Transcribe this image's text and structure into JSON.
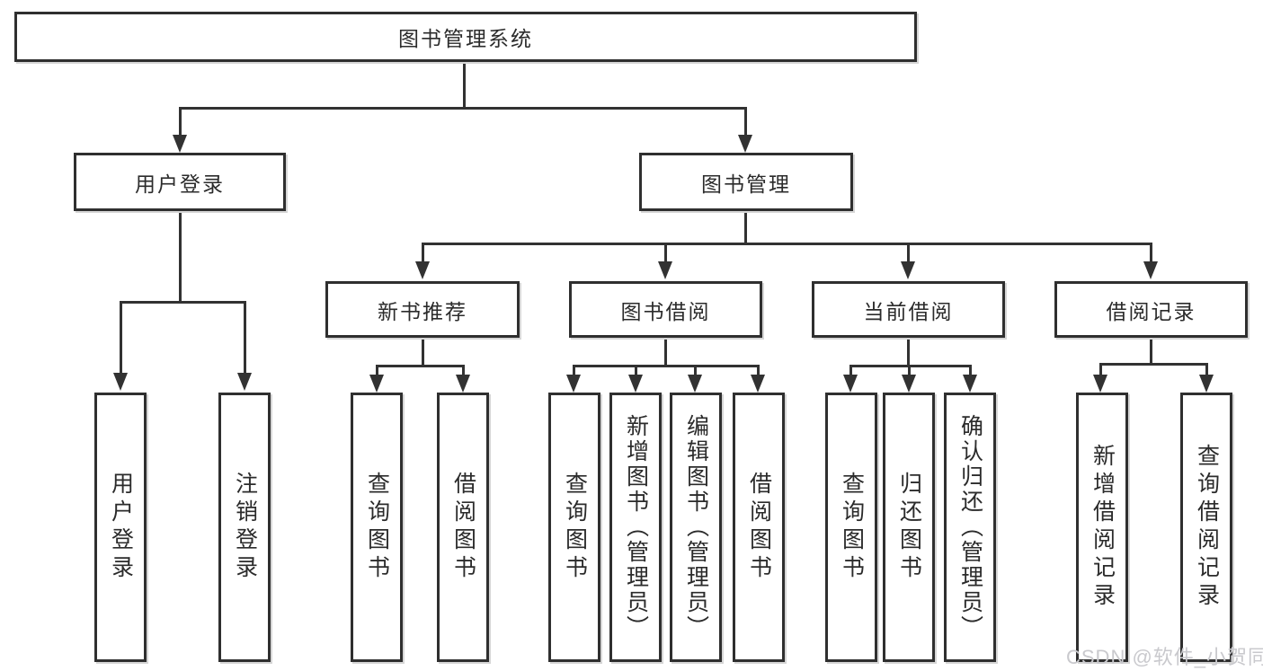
{
  "tree": {
    "label": "图书管理系统",
    "children": [
      {
        "label": "用户登录",
        "children": [
          {
            "label": "用户登录"
          },
          {
            "label": "注销登录"
          }
        ]
      },
      {
        "label": "图书管理",
        "children": [
          {
            "label": "新书推荐",
            "children": [
              {
                "label": "查询图书"
              },
              {
                "label": "借阅图书"
              }
            ]
          },
          {
            "label": "图书借阅",
            "children": [
              {
                "label": "查询图书"
              },
              {
                "label": "新增图书（管理员）"
              },
              {
                "label": "编辑图书（管理员）"
              },
              {
                "label": "借阅图书"
              }
            ]
          },
          {
            "label": "当前借阅",
            "children": [
              {
                "label": "查询图书"
              },
              {
                "label": "归还图书"
              },
              {
                "label": "确认归还（管理员）"
              }
            ]
          },
          {
            "label": "借阅记录",
            "children": [
              {
                "label": "新增借阅记录"
              },
              {
                "label": "查询借阅记录"
              }
            ]
          }
        ]
      }
    ]
  },
  "watermark": "CSDN @软件_小贺同学",
  "colors": {
    "line": "#323232",
    "border": "#2f2f2f",
    "text": "#2b2b2b",
    "background": "#ffffff",
    "watermark": "#c9c9cd"
  }
}
